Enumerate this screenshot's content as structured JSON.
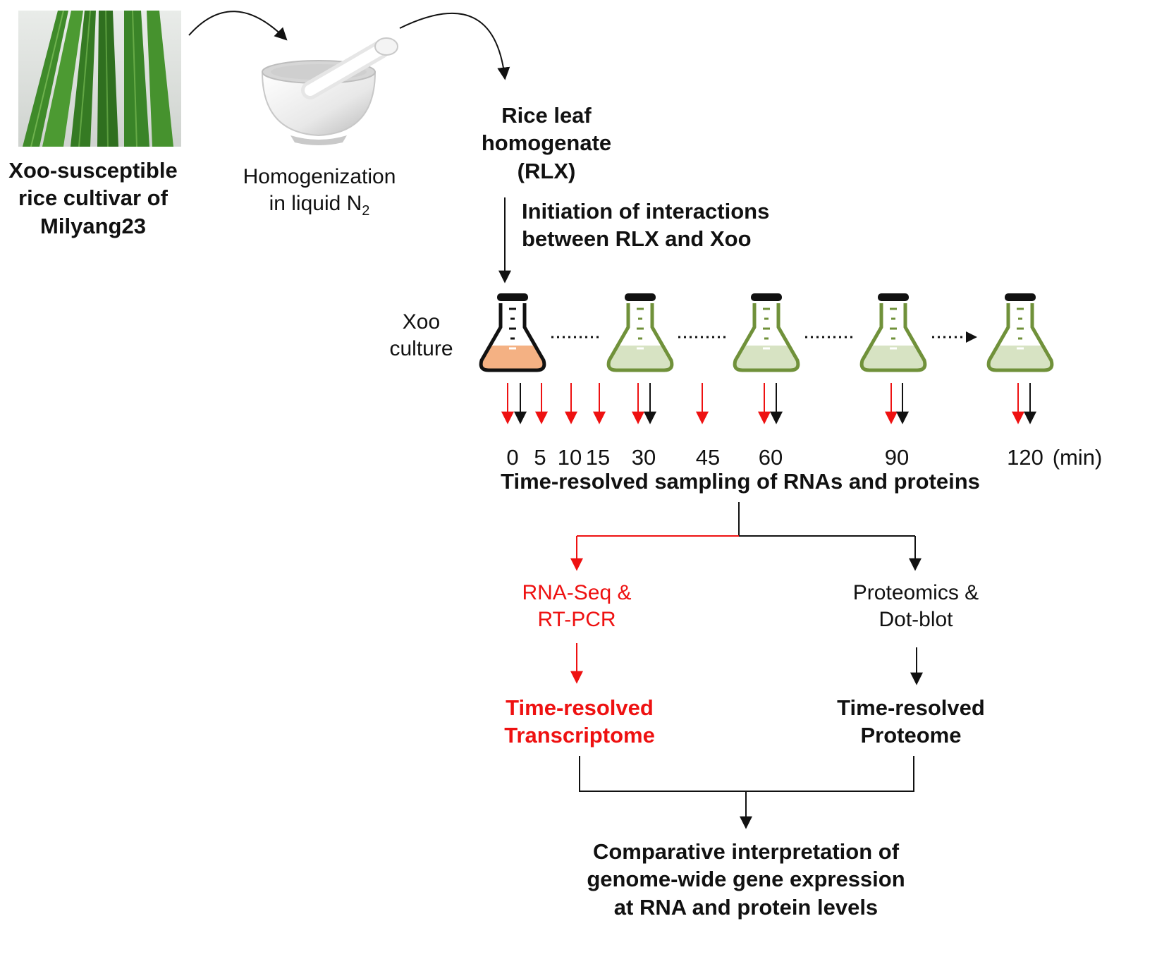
{
  "step_leaf": {
    "lines": [
      "Xoo-susceptible",
      "rice cultivar of",
      "Milyang23"
    ]
  },
  "step_homogenization": {
    "line1": "Homogenization",
    "line2_prefix": "in liquid N",
    "line2_sub": "2"
  },
  "step_rlx": {
    "lines": [
      "Rice leaf",
      "homogenate",
      "(RLX)"
    ]
  },
  "step_initiation": {
    "lines": [
      "Initiation of interactions",
      "between RLX and Xoo"
    ]
  },
  "culture_label": {
    "lines": [
      "Xoo",
      "culture"
    ]
  },
  "time_points": [
    "0",
    "5",
    "10",
    "15",
    "30",
    "45",
    "60",
    "90",
    "120"
  ],
  "time_unit": "(min)",
  "sampling_title": "Time-resolved sampling of RNAs and proteins",
  "rna_branch": {
    "method_lines": [
      "RNA-Seq &",
      "RT-PCR"
    ],
    "result_lines": [
      "Time-resolved",
      "Transcriptome"
    ]
  },
  "protein_branch": {
    "method_lines": [
      "Proteomics &",
      "Dot-blot"
    ],
    "result_lines": [
      "Time-resolved",
      "Proteome"
    ]
  },
  "conclusion": {
    "lines": [
      "Comparative interpretation of",
      "genome-wide gene expression",
      "at RNA and protein levels"
    ]
  },
  "colors": {
    "rna": "#ee1111",
    "protein": "#111111",
    "flask_first_liquid": "#f4b183",
    "flask_outline_green": "#70913a",
    "flask_liquid_green": "#d7e3c3",
    "leaf_green": "#3f8a2a"
  },
  "icons": [
    "rice-leaf-photo",
    "mortar-pestle-icon",
    "flask-icon"
  ]
}
